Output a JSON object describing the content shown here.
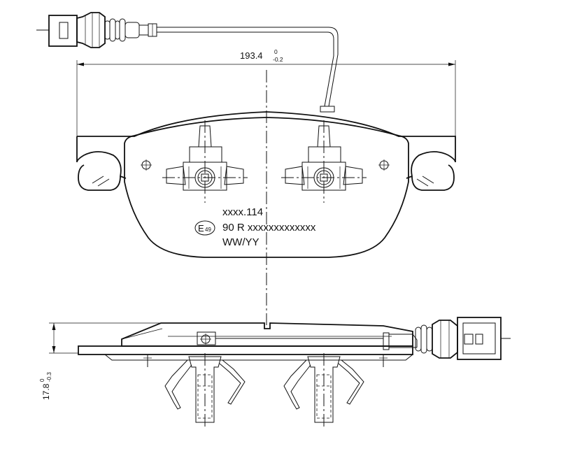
{
  "dimensions": {
    "width_value": "193.4",
    "width_tol_upper": "0",
    "width_tol_lower": "-0.2",
    "thickness_value": "17.8",
    "thickness_tol_upper": "0",
    "thickness_tol_lower": "-0.3"
  },
  "marking": {
    "part_number": "xxxx.114",
    "approval": "90 R xxxxxxxxxxxxx",
    "date_code": "WW/YY",
    "emark_letter": "E",
    "emark_number": "49"
  }
}
